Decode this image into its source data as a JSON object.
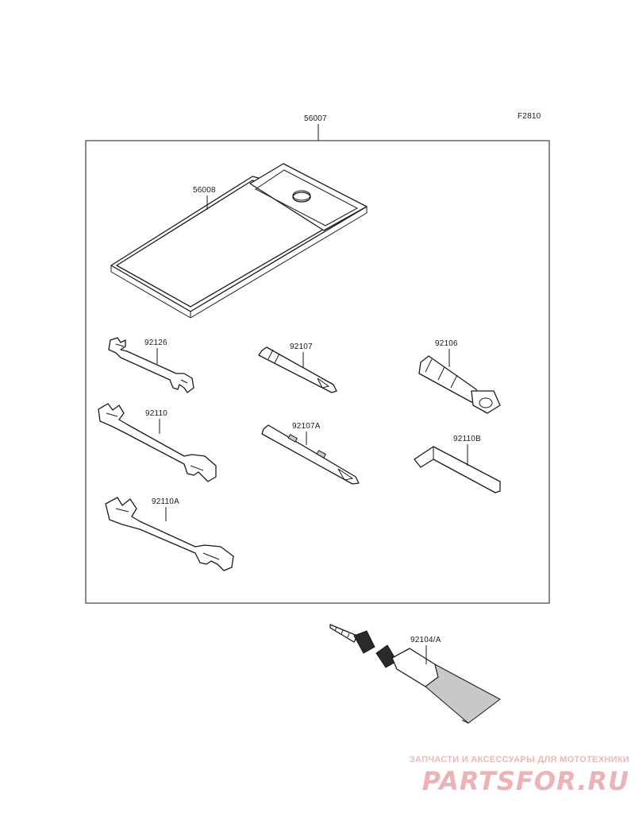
{
  "figure_code": "F2810",
  "parts": {
    "tool_kit": "56007",
    "tool_case": "56008",
    "wrench_small": "92126",
    "wrench_medium": "92110",
    "wrench_large": "92110A",
    "screwdriver": "92107",
    "screwdriver_alt": "92107A",
    "handle": "92106",
    "hex_key": "92110B",
    "repair_tube": "92104/A"
  },
  "watermark": {
    "tagline": "ЗАПЧАСТИ И АКСЕССУАРЫ ДЛЯ МОТОТЕХНИКИ",
    "logo": "PARTSFOR.RU"
  }
}
